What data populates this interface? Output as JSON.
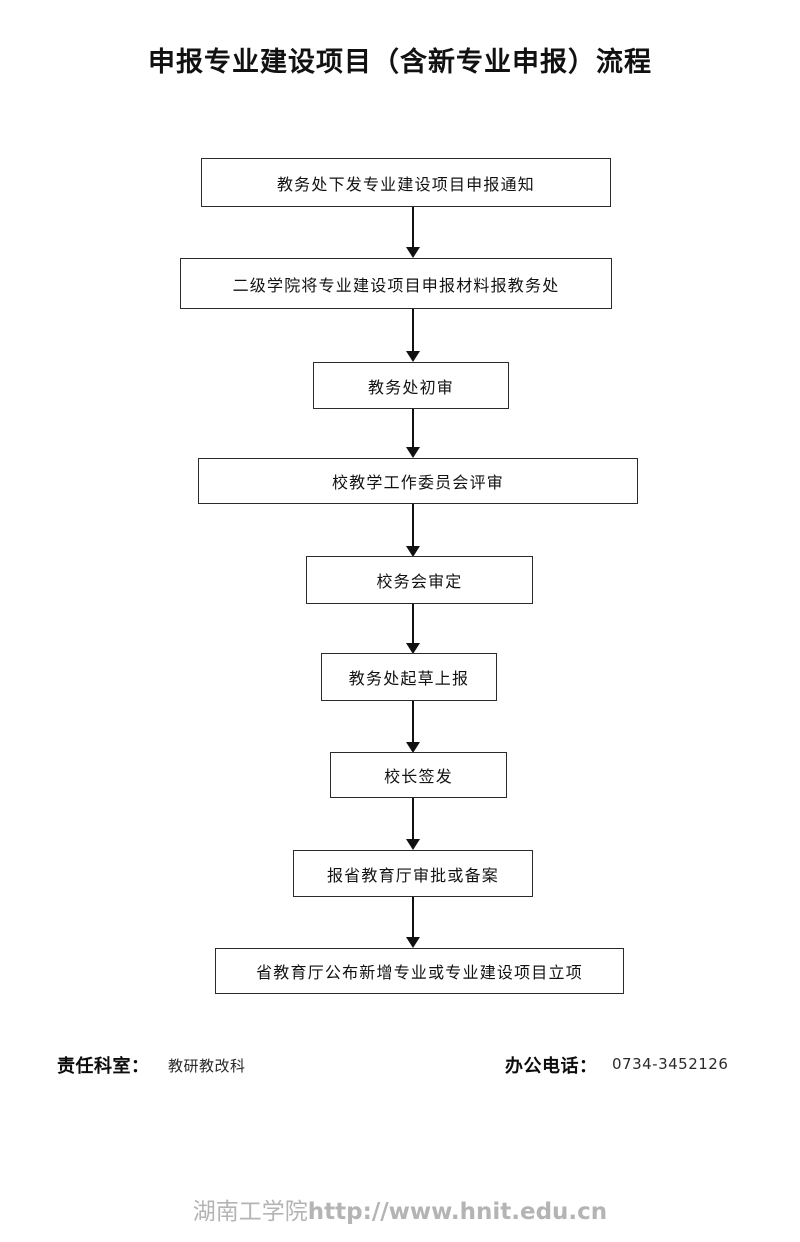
{
  "document": {
    "title": "申报专业建设项目（含新专业申报）流程"
  },
  "flowchart": {
    "type": "flowchart",
    "orientation": "top-to-bottom",
    "connector": "downward-arrow",
    "nodes": [
      {
        "id": "step-1",
        "label": "教务处下发专业建设项目申报通知"
      },
      {
        "id": "step-2",
        "label": "二级学院将专业建设项目申报材料报教务处"
      },
      {
        "id": "step-3",
        "label": "教务处初审"
      },
      {
        "id": "step-4",
        "label": "校教学工作委员会评审"
      },
      {
        "id": "step-5",
        "label": "校务会审定"
      },
      {
        "id": "step-6",
        "label": "教务处起草上报"
      },
      {
        "id": "step-7",
        "label": "校长签发"
      },
      {
        "id": "step-8",
        "label": "报省教育厅审批或备案"
      },
      {
        "id": "step-9",
        "label": "省教育厅公布新增专业或专业建设项目立项"
      }
    ]
  },
  "footer": {
    "department_label": "责任科室：",
    "department_value": "教研教改科",
    "phone_label": "办公电话：",
    "phone_value": "0734-3452126"
  },
  "watermark": {
    "institution": "湖南工学院",
    "url": "http://www.hnit.edu.cn"
  },
  "colors": {
    "text": "#121212",
    "box_border": "#2b2b2b",
    "arrow": "#111111",
    "watermark": "#b4b4b4",
    "background": "#ffffff"
  }
}
